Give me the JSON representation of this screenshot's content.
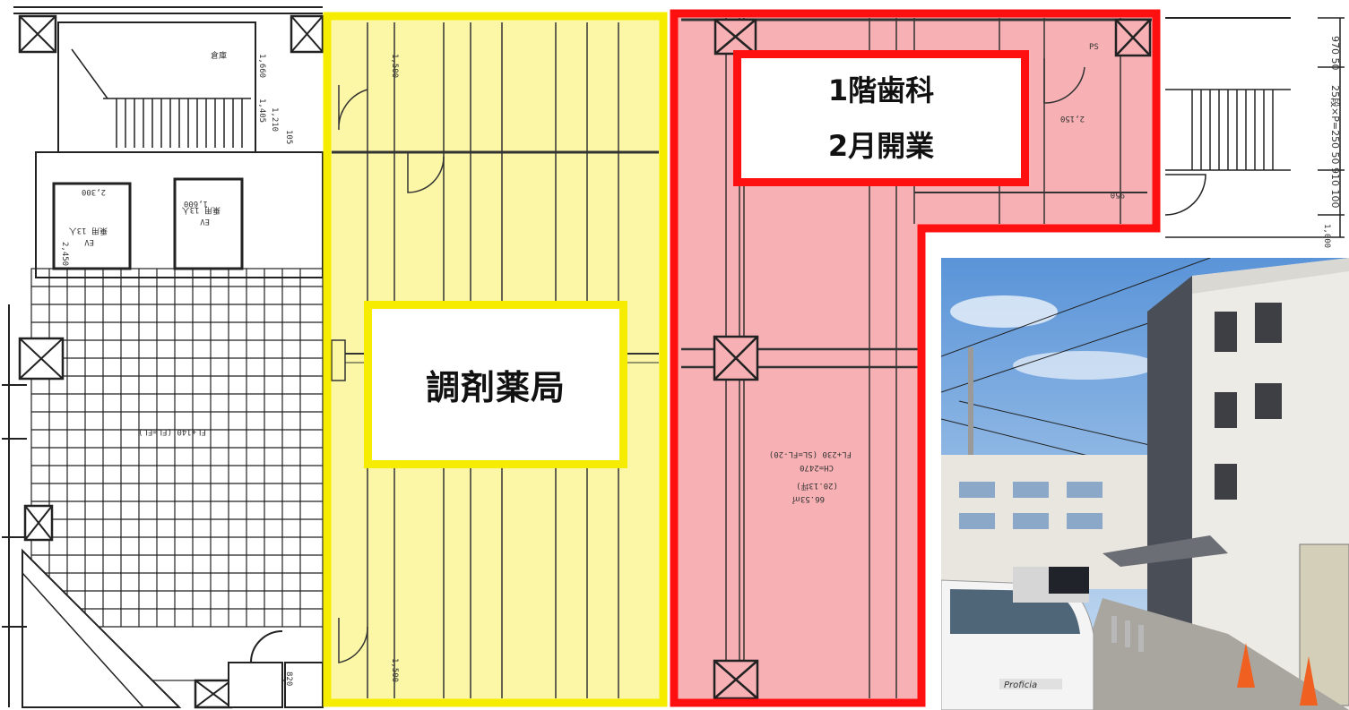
{
  "labels": {
    "pharmacy": "調剤薬局",
    "dental_line1": "1階歯科",
    "dental_line2": "2月開業"
  },
  "plan_texts": {
    "left_area": "FL+140 (FL=EL)",
    "right_area_1": "FL+230 (SL=FL-20)",
    "right_area_2": "CH=2470",
    "right_area_3": "66.53㎡",
    "right_area_4": "(20.13坪)",
    "ev1": "EV",
    "ev2": "EV",
    "ev1_sub": "乗用 13人",
    "ev2_sub": "乗用 13人",
    "dim_1500_top": "1,500",
    "dim_1500_bottom": "1,500",
    "dim_1660": "1,660",
    "dim_1405": "1,405",
    "dim_1210": "1,210",
    "dim_105": "105",
    "dim_2300": "2,300",
    "dim_1600": "1,600",
    "dim_2450": "2,450",
    "dim_2150": "2,150",
    "dim_950": "950",
    "dim_1000": "1,000",
    "right_dims": "25段×P=250 50 910 100",
    "right_dims_top": "970 50",
    "dim_820": "820",
    "ps": "PS",
    "storage": "倉庫"
  },
  "colors": {
    "pharmacy_fill": "#fbf7a6",
    "pharmacy_border": "#f5ec00",
    "dental_fill": "#f7b0b4",
    "dental_border": "#ff1010",
    "line": "#222222"
  },
  "photo": {
    "van_badge": "Proficia"
  }
}
